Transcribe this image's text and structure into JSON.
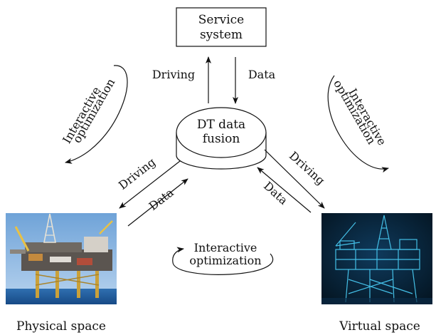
{
  "service": {
    "line1": "Service",
    "line2": "system"
  },
  "fusion": {
    "line1": "DT data",
    "line2": "fusion"
  },
  "labels": {
    "top_driving": "Driving",
    "top_data": "Data",
    "left_driving": "Driving",
    "left_data": "Data",
    "right_driving": "Driving",
    "right_data": "Data"
  },
  "loops": {
    "left": {
      "line1": "Interactive",
      "line2": "optimization"
    },
    "right": {
      "line1": "Interactive",
      "line2": "optimization"
    },
    "bottom": {
      "line1": "Interactive",
      "line2": "optimization"
    }
  },
  "physical": {
    "caption": "Physical space",
    "image": "offshore-oil-platform-photo"
  },
  "virtual": {
    "caption": "Virtual space",
    "image": "digital-twin-wireframe-platform"
  }
}
